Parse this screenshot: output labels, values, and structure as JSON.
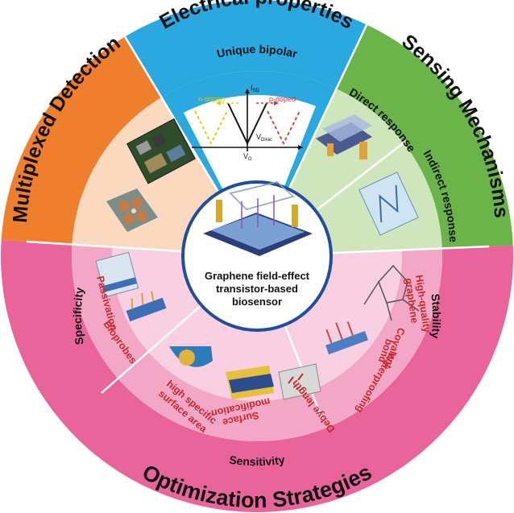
{
  "center": {
    "lines": [
      "Graphene field-effect",
      "transistor-based",
      "biosensor"
    ]
  },
  "outer": {
    "electrical": "Electrical properties",
    "sensing": "Sensing Mechanisms",
    "multiplexed": "Multiplexed Detection",
    "optimization": "Optimization Strategies"
  },
  "middle": {
    "unique_bipolar": "Unique bipolar",
    "direct_response": "Direct response",
    "indirect_response": "Indirect response",
    "specificity": "Specificity",
    "sensitivity": "Sensitivity",
    "stability": "Stability"
  },
  "inner_labels": {
    "passivation": "Passivation",
    "bioprobes": "Bioprobes",
    "high_specific_1": "high specific",
    "high_specific_2": "surface area",
    "surface_mod_1": "Surface",
    "surface_mod_2": "modification",
    "debye": "Debye length",
    "hq_1": "High-quality",
    "hq_2": "graphene",
    "covalent_1": "Covalent",
    "covalent_2": "bond",
    "waterproofing": "Waterproofing"
  },
  "bipolar_plot": {
    "n_doped": "n-doped",
    "p_doped": "p-doped",
    "ylabel": "I",
    "ylabel_sub": "SD",
    "xlabel": "V",
    "xlabel_sub": "G",
    "dirac": "V",
    "dirac_sub": "Dirac"
  },
  "colors": {
    "electrical": "#2aa8e0",
    "electrical_inner": "#8fd3f4",
    "sensing": "#6ab44a",
    "sensing_inner": "#cfe6bd",
    "multiplexed": "#f07f2d",
    "multiplexed_inner": "#fbd9bf",
    "optimization": "#e9649a",
    "optimization_mid": "#f3a7c6",
    "optimization_inner": "#f8d0e1",
    "n_doped": "#e8c800",
    "p_doped": "#d0343a"
  }
}
